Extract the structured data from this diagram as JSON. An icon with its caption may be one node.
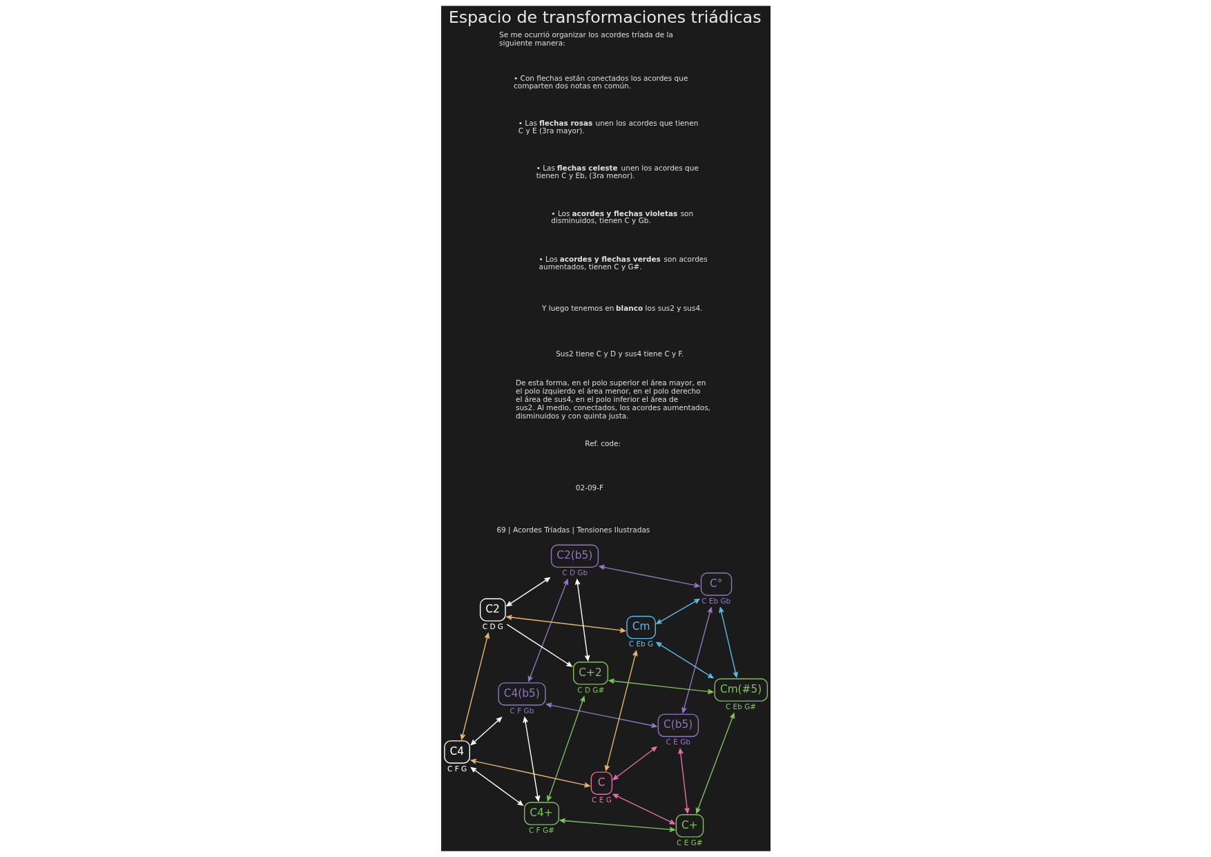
{
  "diagram": {
    "title": "Espacio de transformaciones triádicas",
    "nodes": [
      {
        "text": [
          "C(b5)"
        ],
        "beside": [
          "C E Gb"
        ]
      },
      {
        "text": [
          "C"
        ],
        "beside": [
          "C E G"
        ]
      },
      {
        "text": [
          "C+"
        ],
        "beside": [
          "C E G#"
        ]
      },
      {
        "text": [
          "Cm(#5)"
        ],
        "beside": [
          "C Eb G#"
        ]
      },
      {
        "text": [
          "C4(b5)"
        ],
        "beside": [
          "C F Gb"
        ]
      },
      {
        "text": [
          "Cm"
        ],
        "beside": [
          "C Eb G"
        ]
      },
      {
        "text": [
          "C4"
        ],
        "beside": [
          "C F G"
        ]
      },
      {
        "text": [
          "C°"
        ],
        "beside": [
          "C Eb Gb"
        ]
      },
      {
        "text": [
          "C4+"
        ],
        "beside": [
          "C F G#"
        ]
      },
      {
        "text": [
          "C+2"
        ],
        "beside": [
          "C D G#"
        ]
      },
      {
        "text": [
          "C2"
        ],
        "beside": [
          "C D G"
        ]
      },
      {
        "text": [
          "C2(b5)"
        ],
        "beside": [
          "C D Gb"
        ]
      }
    ],
    "edges": [
      {
        "from": 0,
        "to": 2,
        "arrow": "both",
        "color": "#e86fa8"
      },
      {
        "from": 1,
        "to": 0,
        "arrow": "both",
        "color": "#e86fa8"
      },
      {
        "from": 1,
        "to": 2,
        "arrow": "both",
        "color": "#e86fa8"
      },
      {
        "from": 3,
        "to": 7,
        "arrow": "both",
        "color": "#5bbbe8"
      },
      {
        "from": 3,
        "to": 5,
        "arrow": "both",
        "color": "#5bbbe8"
      },
      {
        "from": 5,
        "to": 7,
        "arrow": "both",
        "color": "#5bbbe8"
      },
      {
        "from": 4,
        "to": 8,
        "arrow": "both",
        "color": "#ffffff"
      },
      {
        "from": 4,
        "to": 6,
        "arrow": "both",
        "color": "#ffffff"
      },
      {
        "from": 6,
        "to": 8,
        "arrow": "both",
        "color": "#ffffff"
      },
      {
        "from": 9,
        "to": 11,
        "arrow": "both",
        "color": "#ffffff"
      },
      {
        "from": 10,
        "to": 9,
        "arrow": "to",
        "color": "#ffffff"
      },
      {
        "from": 10,
        "to": 11,
        "arrow": "both",
        "color": "#ffffff"
      },
      {
        "from": 1,
        "to": 5,
        "arrow": "both",
        "color": "#e8b86a"
      },
      {
        "from": 1,
        "to": 6,
        "arrow": "both",
        "color": "#e8b86a"
      },
      {
        "from": 5,
        "to": 10,
        "arrow": "both",
        "color": "#e8b86a"
      },
      {
        "from": 6,
        "to": 10,
        "arrow": "both",
        "color": "#e8b86a"
      },
      {
        "from": 2,
        "to": 3,
        "arrow": "both",
        "color": "#7fc35a"
      },
      {
        "from": 2,
        "to": 8,
        "arrow": "both",
        "color": "#7fc35a"
      },
      {
        "from": 3,
        "to": 9,
        "arrow": "both",
        "color": "#7fc35a"
      },
      {
        "from": 9,
        "to": 8,
        "arrow": "both",
        "color": "#7fc35a"
      },
      {
        "from": 0,
        "to": 7,
        "arrow": "both",
        "color": "#8f78c0"
      },
      {
        "from": 0,
        "to": 4,
        "arrow": "both",
        "color": "#8f78c0"
      },
      {
        "from": 4,
        "to": 11,
        "arrow": "both",
        "color": "#8f78c0"
      },
      {
        "from": 7,
        "to": 11,
        "arrow": "both",
        "color": "#8f78c0"
      }
    ],
    "labels": [
      "Se me ocurrió organizar los acordes tríada de la siguiente manera:",
      "• Con flechas están conectados los acordes que comparten dos notas en común.",
      "• Las **flechas rosas** unen los acordes que tienen C y E (3ra mayor).",
      "• Las **flechas celeste** unen los acordes que tienen C y Eb, (3ra menor).",
      "• Los **acordes y flechas violetas** son disminuidos, tienen C y Gb.",
      "• Los **acordes y flechas verdes** son acordes aumentados, tienen C y G#.",
      "Y luego tenemos en **blanco** los sus2 y sus4.",
      "Sus2 tiene C y D y sus4 tiene C y F.",
      "De esta forma, en el polo superior el área mayor, en el polo izquierdo el área menor, en el polo derecho el área de sus4, en el polo inferior el área de sus2. Al medio, conectados, los acordes aumentados, disminuidos y con quinta justa.",
      "Ref. code:",
      "02-09-F",
      "69 | Acordes Tríadas | Tensiones Ilustradas"
    ]
  }
}
